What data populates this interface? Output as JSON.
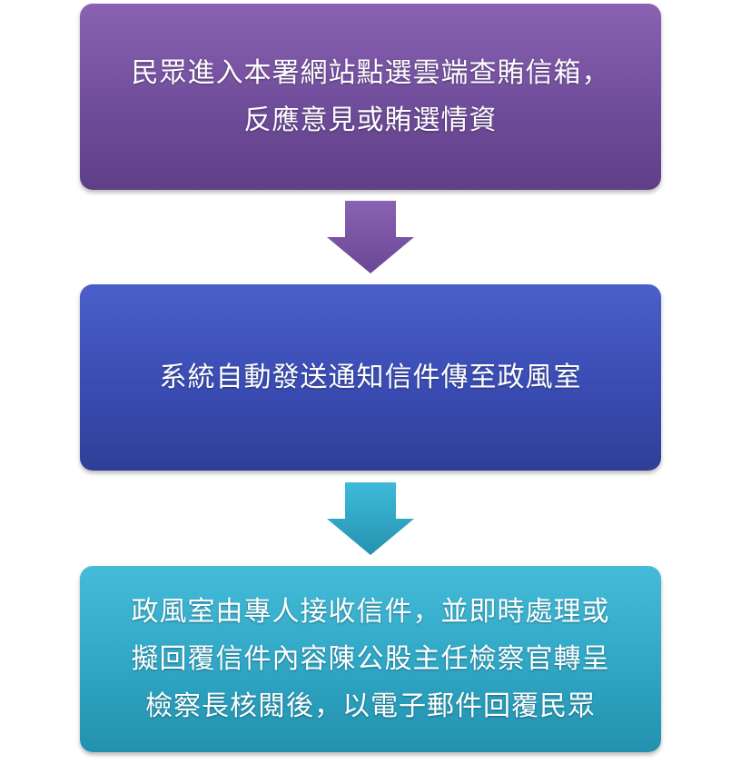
{
  "flowchart": {
    "steps": [
      {
        "text": "民眾進入本署網站點選雲端查賄信箱，\n反應意見或賄選情資"
      },
      {
        "text": "系統自動發送通知信件傳至政風室"
      },
      {
        "text": "政風室由專人接收信件，並即時處理或\n擬回覆信件內容陳公股主任檢察官轉呈\n檢察長核閱後，以電子郵件回覆民眾"
      }
    ],
    "colors": {
      "step1": "#704d9b",
      "step2": "#3a4cb3",
      "step3": "#2ea6c4",
      "arrow1": "#7a55a6",
      "arrow2": "#2ea6c4"
    },
    "arrows": [
      {
        "icon": "arrow-down-icon"
      },
      {
        "icon": "arrow-down-icon"
      }
    ]
  }
}
